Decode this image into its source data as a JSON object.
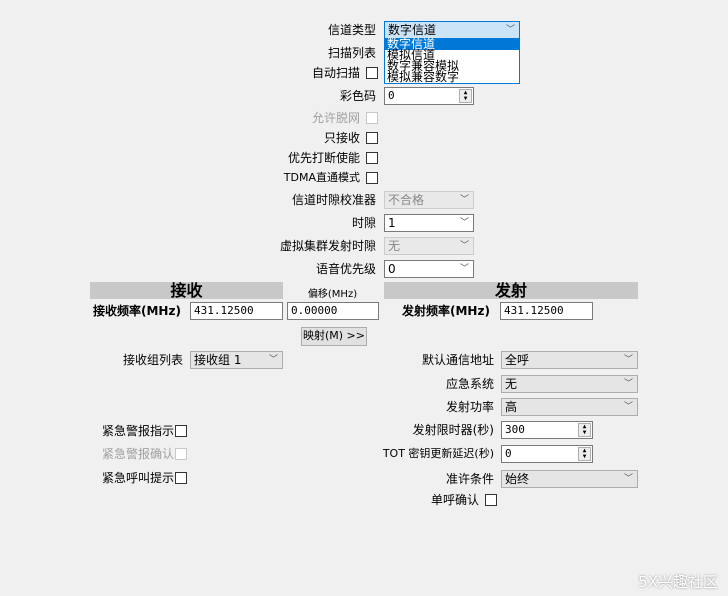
{
  "channel": {
    "type_label": "信道类型",
    "type_value": "数字信道",
    "type_options": [
      "数字信道",
      "模拟信道",
      "数字兼容模拟",
      "模拟兼容数字"
    ],
    "scan_list_label": "扫描列表",
    "auto_scan_label": "自动扫描",
    "color_code_label": "彩色码",
    "color_code_value": "0",
    "allow_talkaround_label": "允许脱网",
    "rx_only_label": "只接收",
    "priority_interrupt_label": "优先打断使能",
    "tdma_direct_label": "TDMA直通模式",
    "slot_calibrator_label": "信道时隙校准器",
    "slot_calibrator_value": "不合格",
    "slot_label": "时隙",
    "slot_value": "1",
    "virtual_cluster_label": "虚拟集群发射时隙",
    "virtual_cluster_value": "无",
    "voice_priority_label": "语音优先级",
    "voice_priority_value": "0"
  },
  "rx": {
    "header": "接收",
    "freq_label": "接收频率(MHz)",
    "freq_value": "431.12500",
    "group_list_label": "接收组列表",
    "group_list_value": "接收组 1",
    "emergency_alarm_indication_label": "紧急警报指示",
    "emergency_alarm_ack_label": "紧急警报确认",
    "emergency_call_prompt_label": "紧急呼叫提示"
  },
  "offset": {
    "label": "偏移(MHz)",
    "value": "0.00000",
    "map_button": "映射(M) >>"
  },
  "tx": {
    "header": "发射",
    "freq_label": "发射频率(MHz)",
    "freq_value": "431.12500",
    "default_address_label": "默认通信地址",
    "default_address_value": "全呼",
    "emergency_system_label": "应急系统",
    "emergency_system_value": "无",
    "power_label": "发射功率",
    "power_value": "高",
    "tot_label": "发射限时器(秒)",
    "tot_value": "300",
    "tot_rekey_label": "TOT 密钥更新延迟(秒)",
    "tot_rekey_value": "0",
    "admit_label": "准许条件",
    "admit_value": "始终",
    "private_call_confirm_label": "单呼确认"
  },
  "watermark": "5X兴趣社区"
}
